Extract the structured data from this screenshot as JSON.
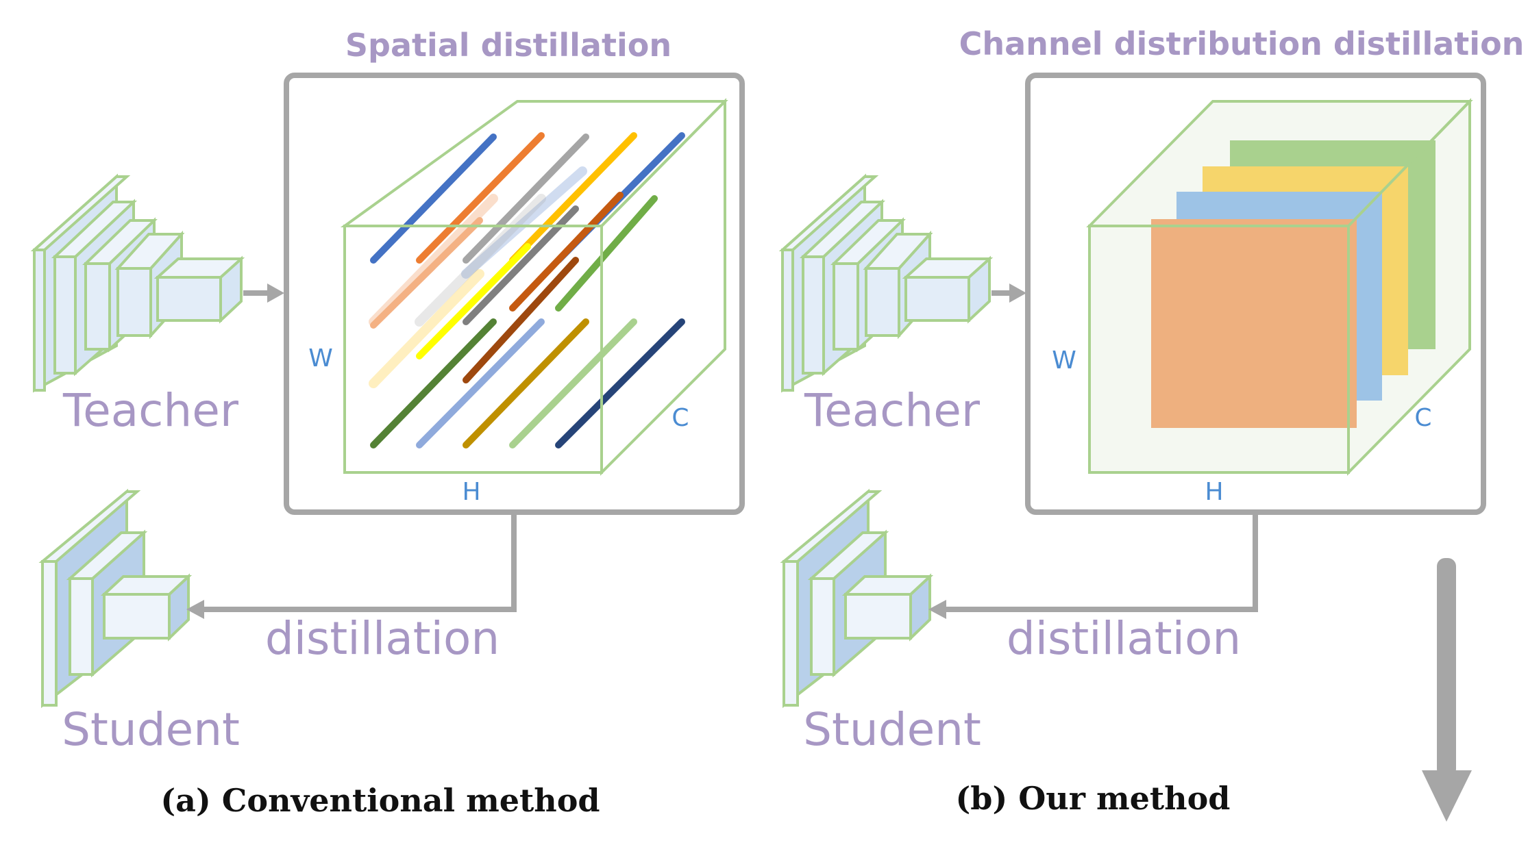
{
  "panels": {
    "conventional": {
      "title": "Spatial distillation",
      "teacher_label": "Teacher",
      "student_label": "Student",
      "distill_label": "distillation",
      "axis_w": "W",
      "axis_h": "H",
      "axis_c": "C",
      "caption": "(a) Conventional method",
      "line_colors": [
        "#4472c4",
        "#ed7d31",
        "#a5a5a5",
        "#ffc000",
        "#4472c4",
        "#70ad47",
        "#c55a11",
        "#7f7f7f",
        "#ffff00",
        "#f4b183",
        "#548235",
        "#8faadc",
        "#bf9000",
        "#a9d18e",
        "#264478",
        "#9e480e"
      ]
    },
    "ours": {
      "title": "Channel distribution distillation",
      "teacher_label": "Teacher",
      "student_label": "Student",
      "distill_label": "distillation",
      "axis_w": "W",
      "axis_h": "H",
      "axis_c": "C",
      "caption": "(b) Our method",
      "channel_colors": [
        "#a9d18e",
        "#f6d56b",
        "#9dc3e6",
        "#eeb07f"
      ]
    }
  }
}
